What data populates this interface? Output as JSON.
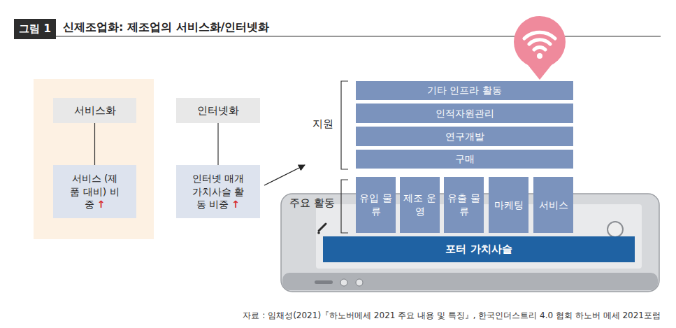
{
  "diagram": {
    "title": "신제조업화: 제조업의 서비스화/인터넷화",
    "caption": "자료 : 임채성(2021)『하노버메세 2021 주요 내용 및 특징』, 한국인더스트리 4.0 협회 하노버 메세 2021포럼",
    "nodes": [
      {
        "text": [
          "그림 1"
        ]
      },
      {
        "text": [
          "서비스화"
        ]
      },
      {
        "text": [
          "서비스 (제품 대비) 비중",
          "↑"
        ]
      },
      {
        "text": [
          "인터넷화"
        ]
      },
      {
        "text": [
          "인터넷 매개 가치사슬 활동 비중",
          "↑"
        ]
      },
      {
        "text": [
          "기타 인프라 활동"
        ]
      },
      {
        "text": [
          "인적자원관리"
        ]
      },
      {
        "text": [
          "연구개발"
        ]
      },
      {
        "text": [
          "구매"
        ]
      },
      {
        "text": [
          "유입 물류"
        ]
      },
      {
        "text": [
          "제조 운영"
        ]
      },
      {
        "text": [
          "유출 물류"
        ]
      },
      {
        "text": [
          "마케팅"
        ]
      },
      {
        "text": [
          "서비스"
        ]
      },
      {
        "text": [
          "포터 가치사슬"
        ]
      }
    ],
    "edges": [
      {
        "from": 1,
        "to": 2,
        "arrow": "none"
      },
      {
        "from": 3,
        "to": 4,
        "arrow": "none"
      }
    ],
    "labels": [
      "지원",
      "주요 활동"
    ]
  }
}
